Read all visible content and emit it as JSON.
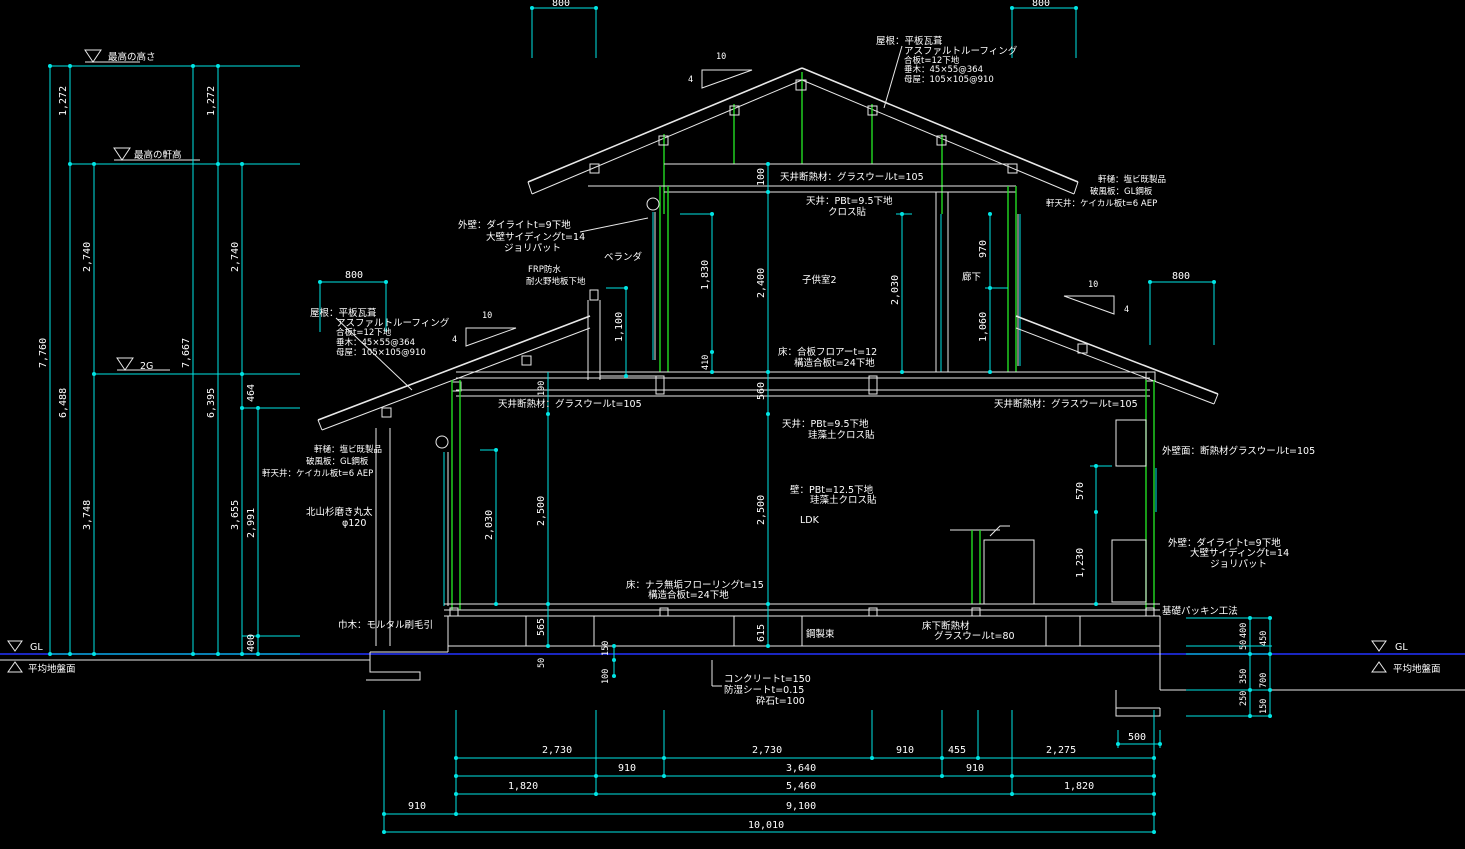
{
  "levels": {
    "max_height": "最高の高さ",
    "max_eave": "最高の軒高",
    "second_floor": "2G",
    "gl": "GL",
    "avg_ground": "平均地盤面"
  },
  "left_dims": {
    "a_1272": "1,272",
    "a_2740": "2,740",
    "a_7760": "7,760",
    "a_6488": "6,488",
    "a_3748": "3,748",
    "b_1272": "1,272",
    "b_2740": "2,740",
    "b_7667": "7,667",
    "b_6395": "6,395",
    "b_3655": "3,655",
    "b_464": "464",
    "b_2991": "2,991",
    "b_400": "400"
  },
  "top_dims": {
    "left_800": "800",
    "right_800": "800",
    "side_left_800": "800",
    "side_right_800": "800"
  },
  "slope": {
    "run": "10",
    "rise": "4"
  },
  "notes": {
    "roof_upper": [
      "屋根：平板瓦葺",
      "アスファルトルーフィング",
      "合板t=12下地",
      "垂木：45×55@364",
      "母屋：105×105@910"
    ],
    "roof_lower": [
      "屋根：平板瓦葺",
      "アスファルトルーフィング",
      "合板t=12下地",
      "垂木：45×55@364",
      "母屋：105×105@910"
    ],
    "eave_right": [
      "軒樋：塩ビ既製品",
      "破風板：GL鋼板",
      "軒天井：ケイカル板t=6 AEP"
    ],
    "eave_left": [
      "軒樋：塩ビ既製品",
      "破風板：GL鋼板",
      "軒天井：ケイカル板t=6 AEP"
    ],
    "wall_upper": [
      "外壁：ダイライトt=9下地",
      "大壁サイディングt=14",
      "ジョリパット"
    ],
    "wall_lower_right": [
      "外壁：ダイライトt=9下地",
      "大壁サイディングt=14",
      "ジョリパット"
    ],
    "balcony": "ベランダ",
    "frp": [
      "FRP防水",
      "耐火野地板下地"
    ],
    "ceiling_ins_top": "天井断熱材：グラスウールt=105",
    "ceiling_top": [
      "天井：PBt=9.5下地",
      "クロス貼"
    ],
    "room_child": "子供室2",
    "hall": "廊下",
    "floor_2": [
      "床：合板フロアーt=12",
      "構造合板t=24下地"
    ],
    "ceiling_ins_left": "天井断熱材：グラスウールt=105",
    "ceiling_ins_right": "天井断熱材：グラスウールt=105",
    "ceiling_1": [
      "天井：PBt=9.5下地",
      "珪藻土クロス貼"
    ],
    "wall_ins": "外壁面：断熱材グラスウールt=105",
    "wall_1": [
      "壁：PBt=12.5下地",
      "珪藻土クロス貼"
    ],
    "ldk": "LDK",
    "pillar": [
      "北山杉磨き丸太",
      "φ120"
    ],
    "floor_1": [
      "床：ナラ無垢フローリングt=15",
      "構造合板t=24下地"
    ],
    "habaki": "巾木：モルタル刷毛引",
    "sleeper": "鋼製束",
    "underfloor_ins": [
      "床下断熱材",
      "グラスウールt=80"
    ],
    "base_packing": "基礎パッキン工法",
    "slab": [
      "コンクリートt=150",
      "防湿シートt=0.15",
      "砕石t=100"
    ]
  },
  "inner_dims": {
    "d_100_top": "100",
    "d_2400": "2,400",
    "d_1830": "1,830",
    "d_2030_u": "2,030",
    "d_970": "970",
    "d_1060": "1,060",
    "d_1100": "1,100",
    "d_410": "410",
    "d_560": "560",
    "d_2500_l": "2,500",
    "d_2500_c": "2,500",
    "d_2030_l": "2,030",
    "d_570": "570",
    "d_1230": "1,230",
    "d_565": "565",
    "d_615": "615",
    "d_50": "50",
    "d_100b": "100",
    "d_150b": "150",
    "d_190": "190"
  },
  "right_foundation_dims": {
    "f_50": "50",
    "f_400": "400",
    "f_450": "450",
    "f_250": "250",
    "f_350": "350",
    "f_700": "700",
    "f_150": "150",
    "f_500": "500"
  },
  "bottom_dims": {
    "row1": [
      "2,730",
      "2,730",
      "910",
      "455",
      "2,275"
    ],
    "row2": [
      "910",
      "3,640",
      "910"
    ],
    "row3": [
      "1,820",
      "5,460",
      "1,820"
    ],
    "row4": [
      "910",
      "9,100"
    ],
    "row5": [
      "10,010"
    ]
  }
}
